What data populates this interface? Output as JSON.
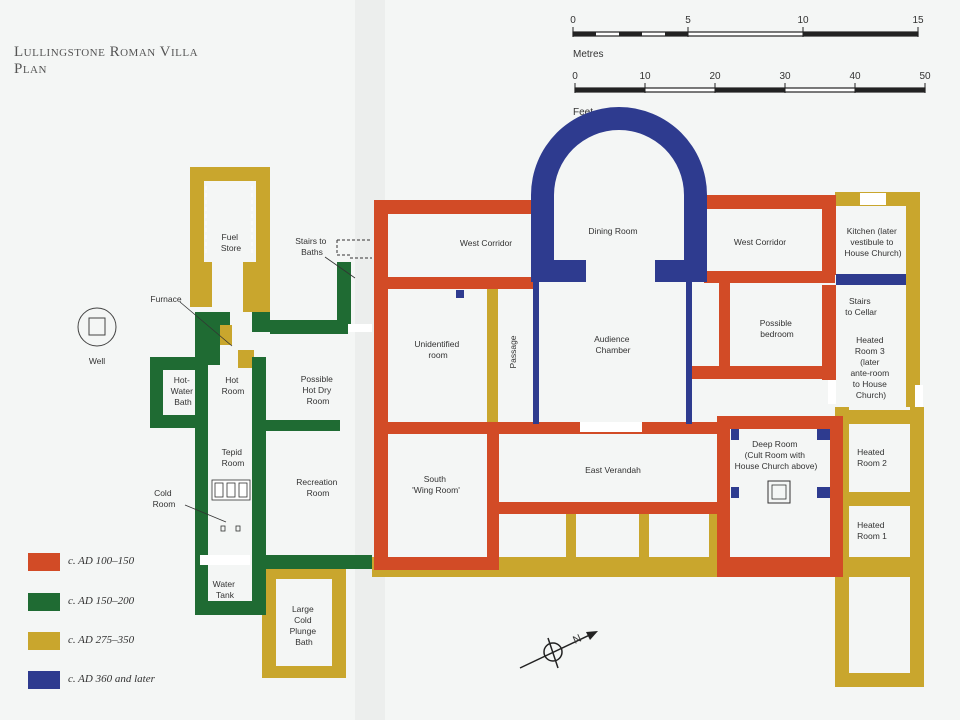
{
  "title": [
    "Lullingstone Roman Villa",
    "Plan"
  ],
  "scale": {
    "metres": {
      "unit": "Metres",
      "ticks": [
        "0",
        "5",
        "10",
        "15"
      ]
    },
    "feet": {
      "unit": "Feet",
      "ticks": [
        "0",
        "10",
        "20",
        "30",
        "40",
        "50"
      ]
    }
  },
  "north_label": "N",
  "rooms": {
    "fuel_store": [
      "Fuel",
      "Store"
    ],
    "stairs_to_baths": [
      "Stairs to",
      "Baths"
    ],
    "furnace": "Furnace",
    "well": "Well",
    "hot_water_bath": [
      "Hot-",
      "Water",
      "Bath"
    ],
    "hot_room": [
      "Hot",
      "Room"
    ],
    "hot_dry_room": [
      "Possible",
      "Hot Dry",
      "Room"
    ],
    "tepid_room": [
      "Tepid",
      "Room"
    ],
    "cold_room": [
      "Cold",
      "Room"
    ],
    "recreation_room": [
      "Recreation",
      "Room"
    ],
    "water_tank": [
      "Water",
      "Tank"
    ],
    "cold_plunge_bath": [
      "Large",
      "Cold",
      "Plunge",
      "Bath"
    ],
    "west_corridor_left": "West Corridor",
    "dining_room": "Dining Room",
    "west_corridor_right": "West Corridor",
    "kitchen": [
      "Kitchen (later",
      "vestibule to",
      "House Church)"
    ],
    "unidentified_room": [
      "Unidentified",
      "room"
    ],
    "passage": "Passage",
    "audience_chamber": [
      "Audience",
      "Chamber"
    ],
    "possible_bedroom": [
      "Possible",
      "bedroom"
    ],
    "stairs_to_cellar": [
      "Stairs",
      "to Cellar"
    ],
    "heated_room_3": [
      "Heated",
      "Room 3",
      "(later",
      "ante-room",
      "to House",
      "Church)"
    ],
    "south_wing_room": [
      "South",
      "'Wing Room'"
    ],
    "east_verandah": "East Verandah",
    "deep_room": [
      "Deep Room",
      "(Cult Room with",
      "House Church above)"
    ],
    "heated_room_2": [
      "Heated",
      "Room 2"
    ],
    "heated_room_1": [
      "Heated",
      "Room 1"
    ]
  },
  "legend": [
    {
      "label": "c. AD 100–150",
      "color": "#d24b26"
    },
    {
      "label": "c. AD 150–200",
      "color": "#1f6b33"
    },
    {
      "label": "c. AD 275–350",
      "color": "#c9a62d"
    },
    {
      "label": "c. AD 360 and later",
      "color": "#2e3b8f"
    }
  ]
}
